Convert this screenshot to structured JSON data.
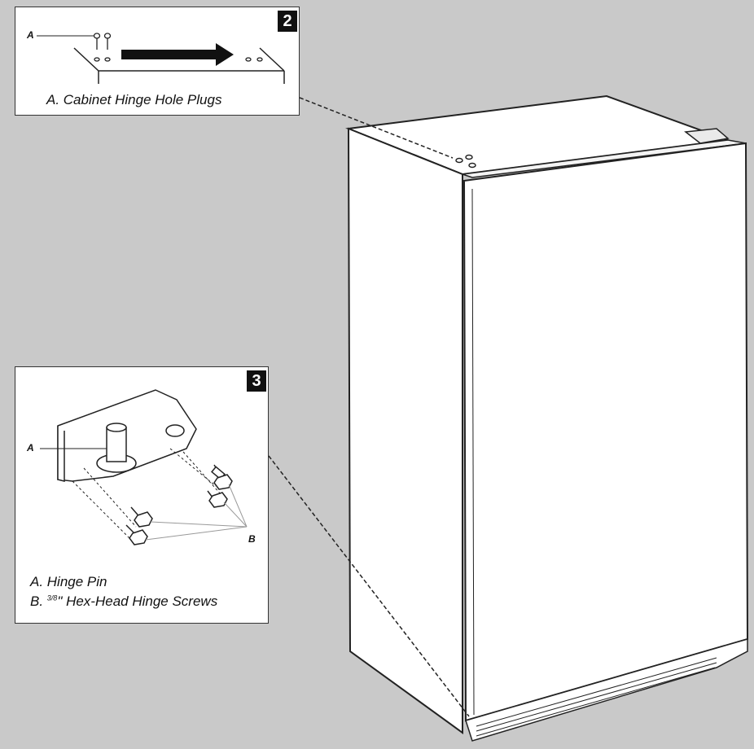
{
  "step2": {
    "number": "2",
    "callout_a": "A",
    "caption": "A. Cabinet Hinge Hole Plugs"
  },
  "step3": {
    "number": "3",
    "callout_a": "A",
    "callout_b": "B",
    "caption_a": "A. Hinge Pin",
    "caption_b_prefix": "B. ",
    "caption_b_fraction": "3/8",
    "caption_b_suffix": "\" Hex-Head Hinge Screws"
  },
  "colors": {
    "background": "#c9c9c9",
    "panel": "#ffffff",
    "line": "#222222"
  }
}
